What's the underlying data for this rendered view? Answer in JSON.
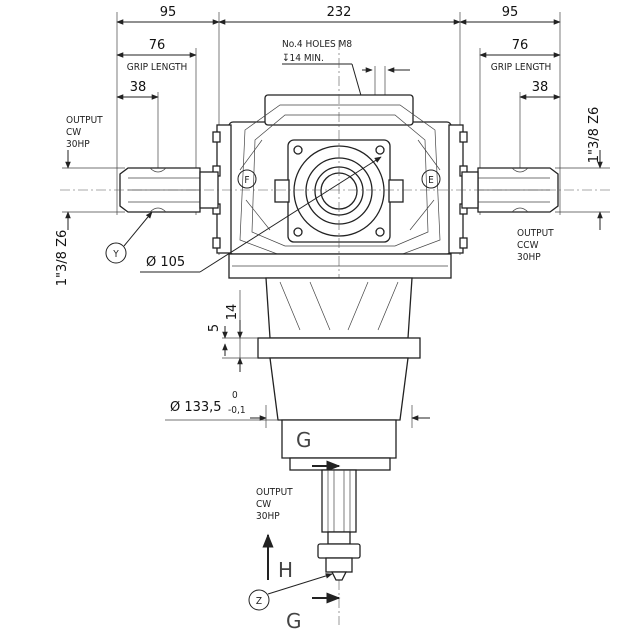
{
  "drawing": {
    "dimensions": {
      "left_overall": "95",
      "center_overall": "232",
      "right_overall": "95",
      "left_grip": "76",
      "right_grip": "76",
      "left_spline": "38",
      "right_spline": "38",
      "bore_dia": "Ø 105",
      "flange_dia": "Ø 133,5",
      "flange_tol_upper": "0",
      "flange_tol_lower": "-0,1",
      "dim_14": "14",
      "dim_5": "5"
    },
    "labels": {
      "holes_line1": "No.4  HOLES  M8",
      "holes_line2": "↧14  MIN.",
      "grip_left": "GRIP  LENGTH",
      "grip_right": "GRIP  LENGTH",
      "shaft_right_spec": "1\"3/8  Z6",
      "shaft_left_spec": "1\"3/8  Z6"
    },
    "outputs": {
      "left_title": "OUTPUT",
      "left_dir": "CW",
      "left_power": "30HP",
      "right_title": "OUTPUT",
      "right_dir": "CCW",
      "right_power": "30HP",
      "bottom_title": "OUTPUT",
      "bottom_dir": "CW",
      "bottom_power": "30HP"
    },
    "markers": {
      "left_face": "F",
      "right_face": "E",
      "callout_y": "Y",
      "callout_z": "Z",
      "section_g_top": "G",
      "section_g_bottom": "G",
      "view_h": "H"
    }
  }
}
